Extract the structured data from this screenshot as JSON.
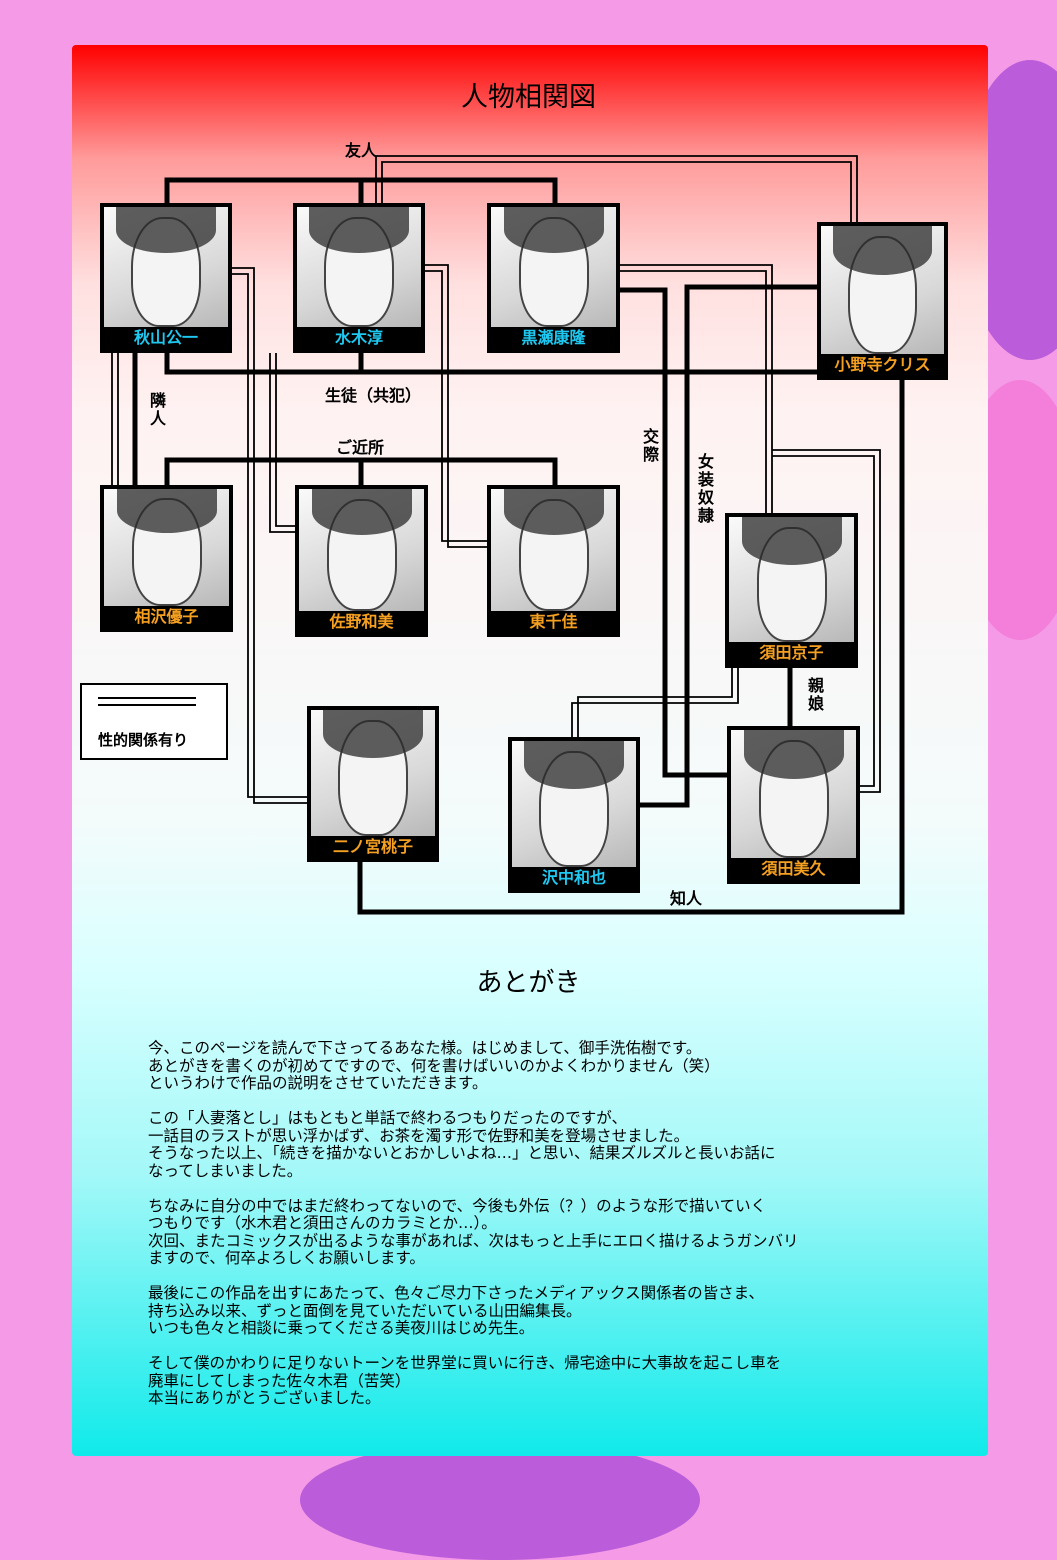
{
  "title": "人物相関図",
  "characters": [
    {
      "name": "秋山公一",
      "gender": "male"
    },
    {
      "name": "水木淳",
      "gender": "male"
    },
    {
      "name": "黒瀬康隆",
      "gender": "male"
    },
    {
      "name": "小野寺クリス",
      "gender": "female"
    },
    {
      "name": "相沢優子",
      "gender": "female"
    },
    {
      "name": "佐野和美",
      "gender": "female"
    },
    {
      "name": "東千佳",
      "gender": "female"
    },
    {
      "name": "須田京子",
      "gender": "female"
    },
    {
      "name": "二ノ宮桃子",
      "gender": "female"
    },
    {
      "name": "沢中和也",
      "gender": "male"
    },
    {
      "name": "須田美久",
      "gender": "female"
    }
  ],
  "relations": {
    "friends": "友人",
    "students": "生徒（共犯）",
    "neighbor": "隣人",
    "neighborhood": "ご近所",
    "dating": "交際",
    "crossdress_slave": "女装奴隷",
    "parent_child": "親娘",
    "acquaintance": "知人"
  },
  "legend": {
    "label": "性的関係有り"
  },
  "colors": {
    "male_name": "#1ec8f0",
    "female_name": "#f5a020"
  },
  "afterword": {
    "title": "あとがき",
    "paragraphs": [
      "今、このページを読んで下さってるあなた様。はじめまして、御手洗佑樹です。\nあとがきを書くのが初めてですので、何を書けばいいのかよくわかりません（笑）\nというわけで作品の説明をさせていただきます。",
      "この「人妻落とし」はもともと単話で終わるつもりだったのですが、\n一話目のラストが思い浮かばず、お茶を濁す形で佐野和美を登場させました。\nそうなった以上、「続きを描かないとおかしいよね…」と思い、結果ズルズルと長いお話に\nなってしまいました。",
      "ちなみに自分の中ではまだ終わってないので、今後も外伝（？）のような形で描いていく\nつもりです（水木君と須田さんのカラミとか…）。\n次回、またコミックスが出るような事があれば、次はもっと上手にエロく描けるようガンバリ\nますので、何卒よろしくお願いします。",
      "最後にこの作品を出すにあたって、色々ご尽力下さったメディアックス関係者の皆さま、\n持ち込み以来、ずっと面倒を見ていただいている山田編集長。\nいつも色々と相談に乗ってくださる美夜川はじめ先生。",
      "そして僕のかわりに足りないトーンを世界堂に買いに行き、帰宅途中に大事故を起こし車を\n廃車にしてしまった佐々木君（苦笑）\n本当にありがとうございました。"
    ]
  }
}
